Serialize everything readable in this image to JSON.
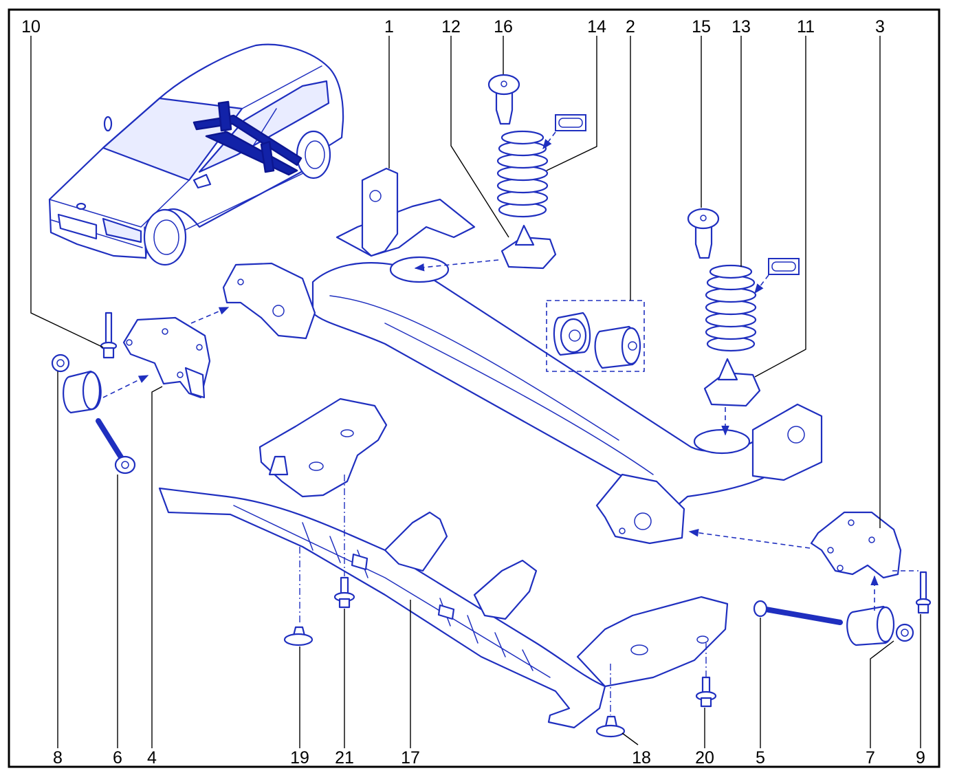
{
  "figure": {
    "line_color": "#1f2fbf",
    "frame_color": "#000000",
    "background": "#ffffff"
  },
  "callouts": {
    "top": [
      "10",
      "1",
      "12",
      "16",
      "14",
      "2",
      "15",
      "13",
      "11",
      "3"
    ],
    "bottom": [
      "8",
      "6",
      "4",
      "19",
      "21",
      "17",
      "18",
      "20",
      "5",
      "7",
      "9"
    ]
  }
}
